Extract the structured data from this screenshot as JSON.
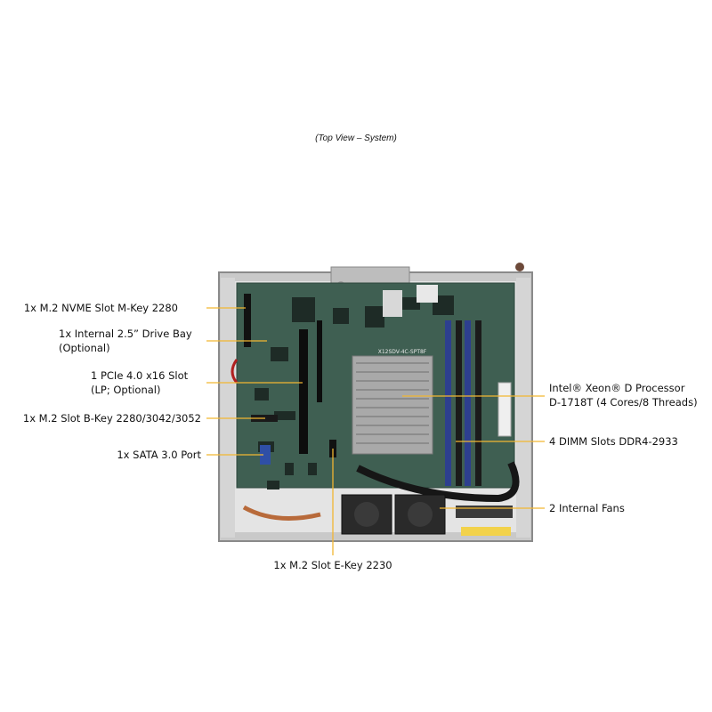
{
  "caption": "(Top View – System)",
  "callouts": {
    "m2_nvme": {
      "lines": [
        "1x M.2 NVME Slot M-Key 2280"
      ]
    },
    "drive_bay": {
      "lines": [
        "1x Internal 2.5” Drive Bay",
        "(Optional)"
      ]
    },
    "pcie": {
      "lines": [
        "1 PCIe 4.0 x16 Slot",
        "(LP; Optional)"
      ]
    },
    "m2_bkey": {
      "lines": [
        "1x M.2 Slot B-Key 2280/3042/3052"
      ]
    },
    "sata": {
      "lines": [
        "1x SATA 3.0 Port"
      ]
    },
    "cpu": {
      "lines": [
        "Intel® Xeon® D Processor",
        "D-1718T (4 Cores/8 Threads)"
      ]
    },
    "dimm": {
      "lines": [
        "4 DIMM Slots DDR4-2933"
      ]
    },
    "fans": {
      "lines": [
        "2 Internal Fans"
      ]
    },
    "m2_ekey": {
      "lines": [
        "1x M.2 Slot E-Key 2230"
      ]
    }
  },
  "board_silkscreen": "X12SDV-4C-SPT8F",
  "colors": {
    "leader_line": "#f2b632",
    "pcb": "#3f5f52",
    "chassis": "#c9c9c9",
    "dimm": "#2d3f8f",
    "heatsink": "#a9a9a9"
  }
}
